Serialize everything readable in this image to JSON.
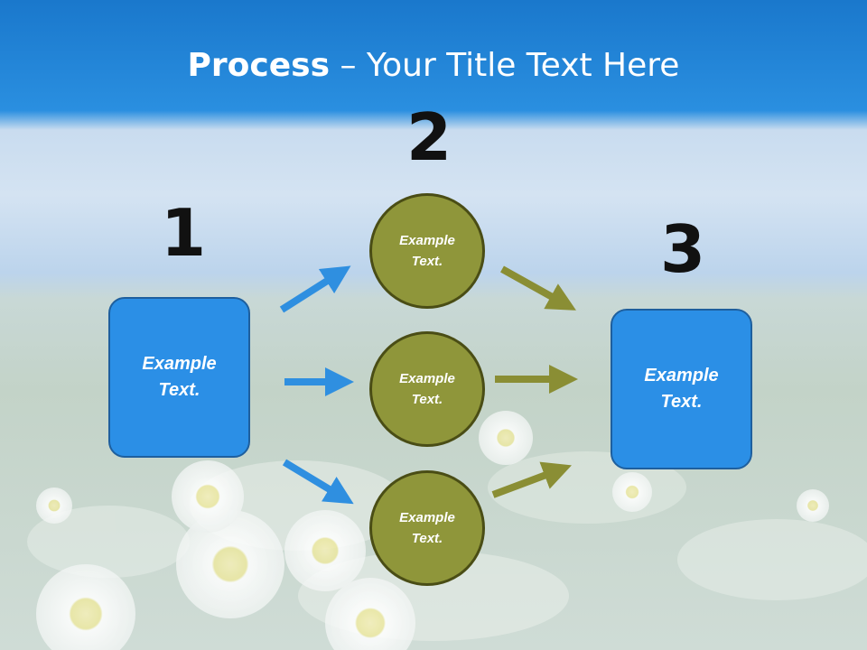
{
  "slide": {
    "title_bold": "Process",
    "title_rest": " – Your Title Text Here"
  },
  "steps": {
    "step1": "1",
    "step2": "2",
    "step3": "3"
  },
  "boxes": {
    "left": "Example Text.",
    "right": "Example Text."
  },
  "circles": {
    "top": "Example Text.",
    "middle": "Example Text.",
    "bottom": "Example Text."
  },
  "colors": {
    "box_fill": "#2b8fe6",
    "circle_fill": "#8f963a",
    "blue_arrow": "#2f8fe0",
    "olive_arrow": "#8a8e34",
    "title_bar": "#1f86d8"
  }
}
